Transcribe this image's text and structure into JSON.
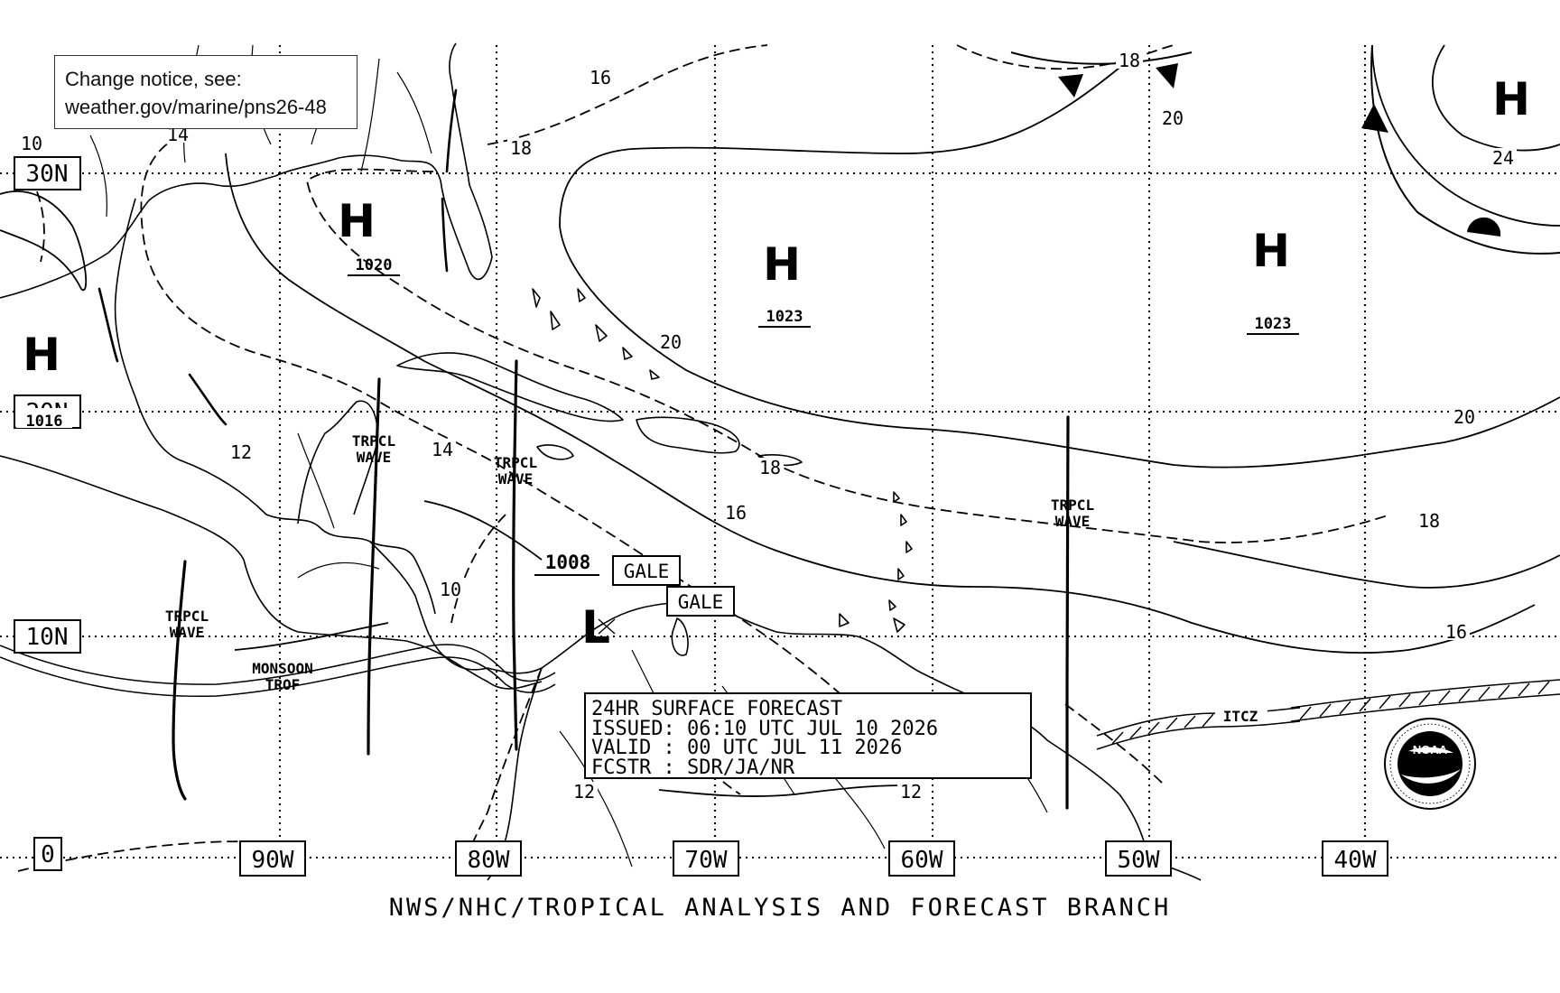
{
  "notice": {
    "line1": "Change notice, see:",
    "line2": "weather.gov/marine/pns26-48"
  },
  "forecast_box": {
    "line1": "24HR SURFACE FORECAST",
    "line2": "ISSUED: 06:10 UTC JUL 10 2026",
    "line3": "VALID : 00 UTC JUL 11 2026",
    "line4": "FCSTR : SDR/JA/NR"
  },
  "footer": "NWS/NHC/TROPICAL ANALYSIS AND FORECAST BRANCH",
  "lat_labels": {
    "lat30": "30N",
    "lat20": "20N",
    "lat10": "10N",
    "lat0": "0"
  },
  "lon_labels": {
    "lon90": "90W",
    "lon80": "80W",
    "lon70": "70W",
    "lon60": "60W",
    "lon50": "50W",
    "lon40": "40W"
  },
  "pressure_centers": {
    "high_west": {
      "symbol": "H",
      "value": "1016"
    },
    "high_gulf": {
      "symbol": "H",
      "value": "1020"
    },
    "high_central": {
      "symbol": "H",
      "value": "1023"
    },
    "high_east": {
      "symbol": "H",
      "value": "1023"
    },
    "high_northeast": {
      "symbol": "H"
    },
    "low_caribbean": {
      "symbol": "L",
      "value": "1008"
    }
  },
  "isobar_labels": [
    "10",
    "14",
    "16",
    "18",
    "20",
    "12",
    "14",
    "18",
    "16",
    "20",
    "18",
    "16",
    "10",
    "12",
    "12",
    "20",
    "24",
    "18"
  ],
  "features": {
    "wave_label_line1": "TRPCL",
    "wave_label_line2": "WAVE",
    "monsoon_line1": "MONSOON",
    "monsoon_line2": "TROF",
    "itcz": "ITCZ",
    "gale": "GALE"
  },
  "logo": {
    "text": "NOAA"
  },
  "colors": {
    "ink": "#000000",
    "paper": "#ffffff"
  }
}
